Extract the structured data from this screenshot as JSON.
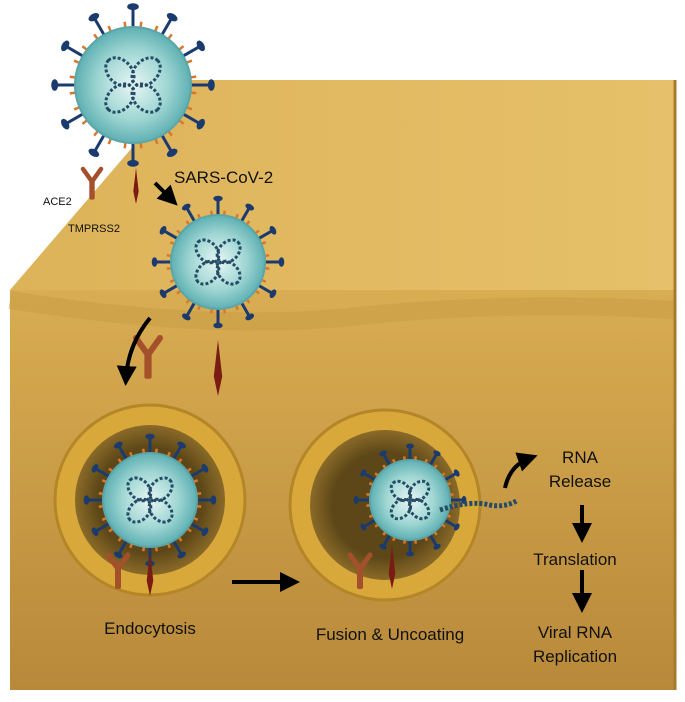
{
  "labels": {
    "virus": "SARS-CoV-2",
    "ace2": "ACE2",
    "tmprss2": "TMPRSS2",
    "endocytosis": "Endocytosis",
    "fusion": "Fusion & Uncoating",
    "rna_release_1": "RNA",
    "rna_release_2": "Release",
    "translation": "Translation",
    "replication_1": "Viral RNA",
    "replication_2": "Replication"
  },
  "colors": {
    "cell_top": "#e0b65a",
    "cell_front": "#cfa24a",
    "cell_side": "#b98a34",
    "virus_shell": "#7fc6c6",
    "virus_core": "#d9f0ee",
    "spike": "#1b3b6f",
    "m_protein": "#d9772e",
    "ace2": "#a4502a",
    "tmprss2": "#7a1c14",
    "rna": "#244c66",
    "vesicle_ring": "#d8a93a",
    "vesicle_inner": "#6a5322"
  }
}
